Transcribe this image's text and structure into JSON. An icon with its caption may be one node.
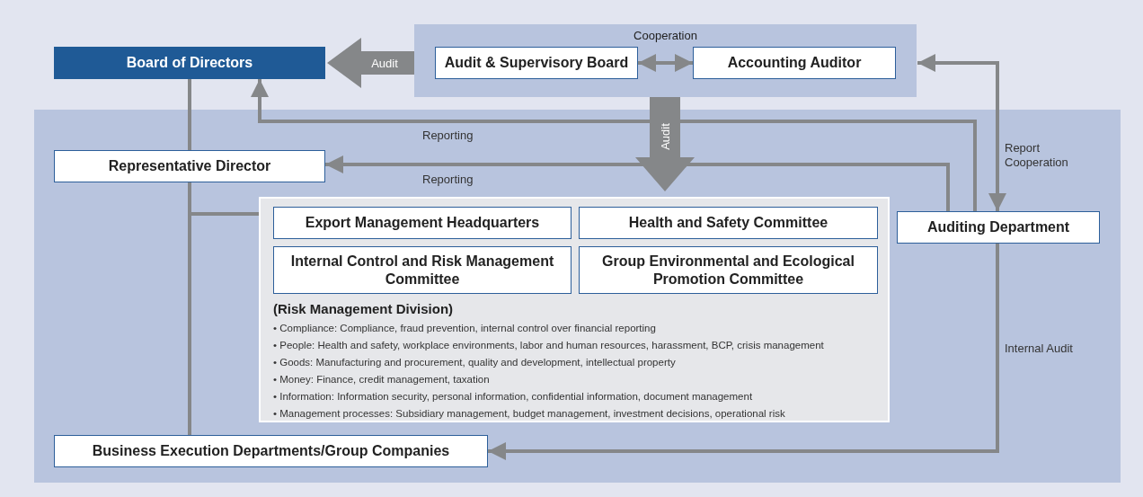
{
  "diagram": {
    "nodes": [
      {
        "text": [
          "Board of Directors"
        ]
      },
      {
        "text": [
          "Cooperation"
        ]
      },
      {
        "text": [
          "Audit & Supervisory Board"
        ],
        "in": 1
      },
      {
        "text": [
          "Accounting Auditor"
        ],
        "in": 1
      },
      {
        "text": [],
        "shape": "box"
      },
      {
        "text": [
          "Representative Director"
        ],
        "in": 4
      },
      {
        "text": [
          "(Risk Management Division)",
          "• Compliance: Compliance, fraud prevention, internal control over financial reporting",
          "• People: Health and safety, workplace environments, labor and human resources, harassment, BCP, crisis management",
          "• Goods: Manufacturing and procurement, quality and development, intellectual property",
          "• Money: Finance, credit management, taxation",
          "• Information: Information security, personal information, confidential information, document management",
          "• Management processes: Subsidiary management, budget management, investment decisions, operational risk"
        ],
        "in": 4
      },
      {
        "text": [
          "Export Management Headquarters"
        ],
        "in": 6
      },
      {
        "text": [
          "Health and Safety Committee"
        ],
        "in": 6
      },
      {
        "text": [
          "Internal Control and Risk Management Committee"
        ],
        "in": 6
      },
      {
        "text": [
          "Group Environmental and Ecological Promotion Committee"
        ],
        "in": 6
      },
      {
        "text": [
          "Auditing Department"
        ],
        "in": 4
      },
      {
        "text": [
          "Business Execution Departments/Group Companies"
        ],
        "in": 4
      }
    ],
    "edges": [
      {
        "from": 1,
        "to": 0,
        "arrow": "to",
        "label": "Audit",
        "style": "thick"
      },
      {
        "from": 2,
        "to": 3,
        "arrow": "both"
      },
      {
        "from": 1,
        "to": 6,
        "arrow": "to",
        "label": "Audit",
        "style": "thick"
      },
      {
        "from": 3,
        "to": 11,
        "arrow": "both",
        "label": "Report Cooperation"
      },
      {
        "from": 11,
        "to": 0,
        "arrow": "to",
        "label": "Reporting"
      },
      {
        "from": 11,
        "to": 5,
        "arrow": "to",
        "label": "Reporting"
      },
      {
        "from": 11,
        "to": 12,
        "arrow": "to",
        "label": "Internal Audit"
      },
      {
        "from": 0,
        "to": 5,
        "arrow": "none"
      },
      {
        "from": 5,
        "to": 12,
        "arrow": "none"
      },
      {
        "from": 5,
        "to": 6,
        "arrow": "none"
      }
    ]
  }
}
